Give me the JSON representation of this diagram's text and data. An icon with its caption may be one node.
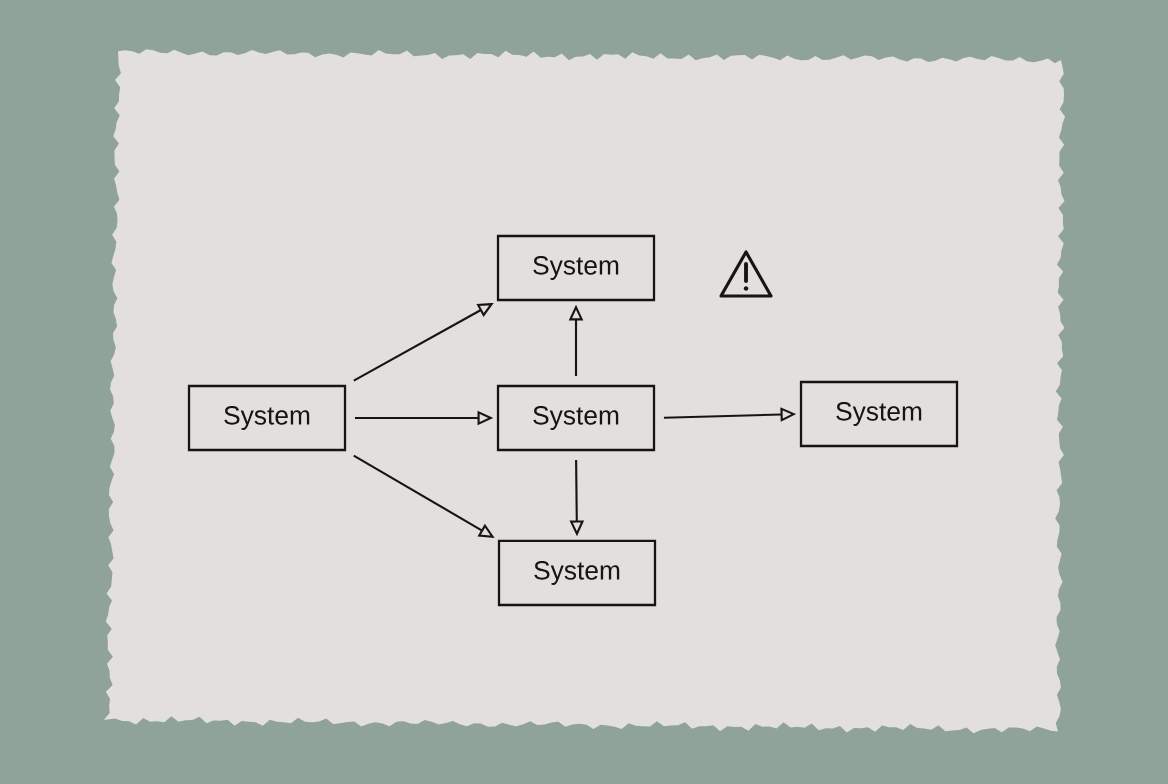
{
  "diagram": {
    "nodes": [
      {
        "text": [
          "System"
        ]
      },
      {
        "text": [
          "System"
        ]
      },
      {
        "text": [
          "System"
        ]
      },
      {
        "text": [
          "System"
        ]
      },
      {
        "text": [
          "System"
        ]
      }
    ],
    "edges": [
      {
        "from": 1,
        "to": 0,
        "arrow": "to"
      },
      {
        "from": 1,
        "to": 2,
        "arrow": "to"
      },
      {
        "from": 1,
        "to": 4,
        "arrow": "to"
      },
      {
        "from": 2,
        "to": 0,
        "arrow": "to"
      },
      {
        "from": 2,
        "to": 3,
        "arrow": "to"
      },
      {
        "from": 2,
        "to": 4,
        "arrow": "to"
      }
    ]
  }
}
